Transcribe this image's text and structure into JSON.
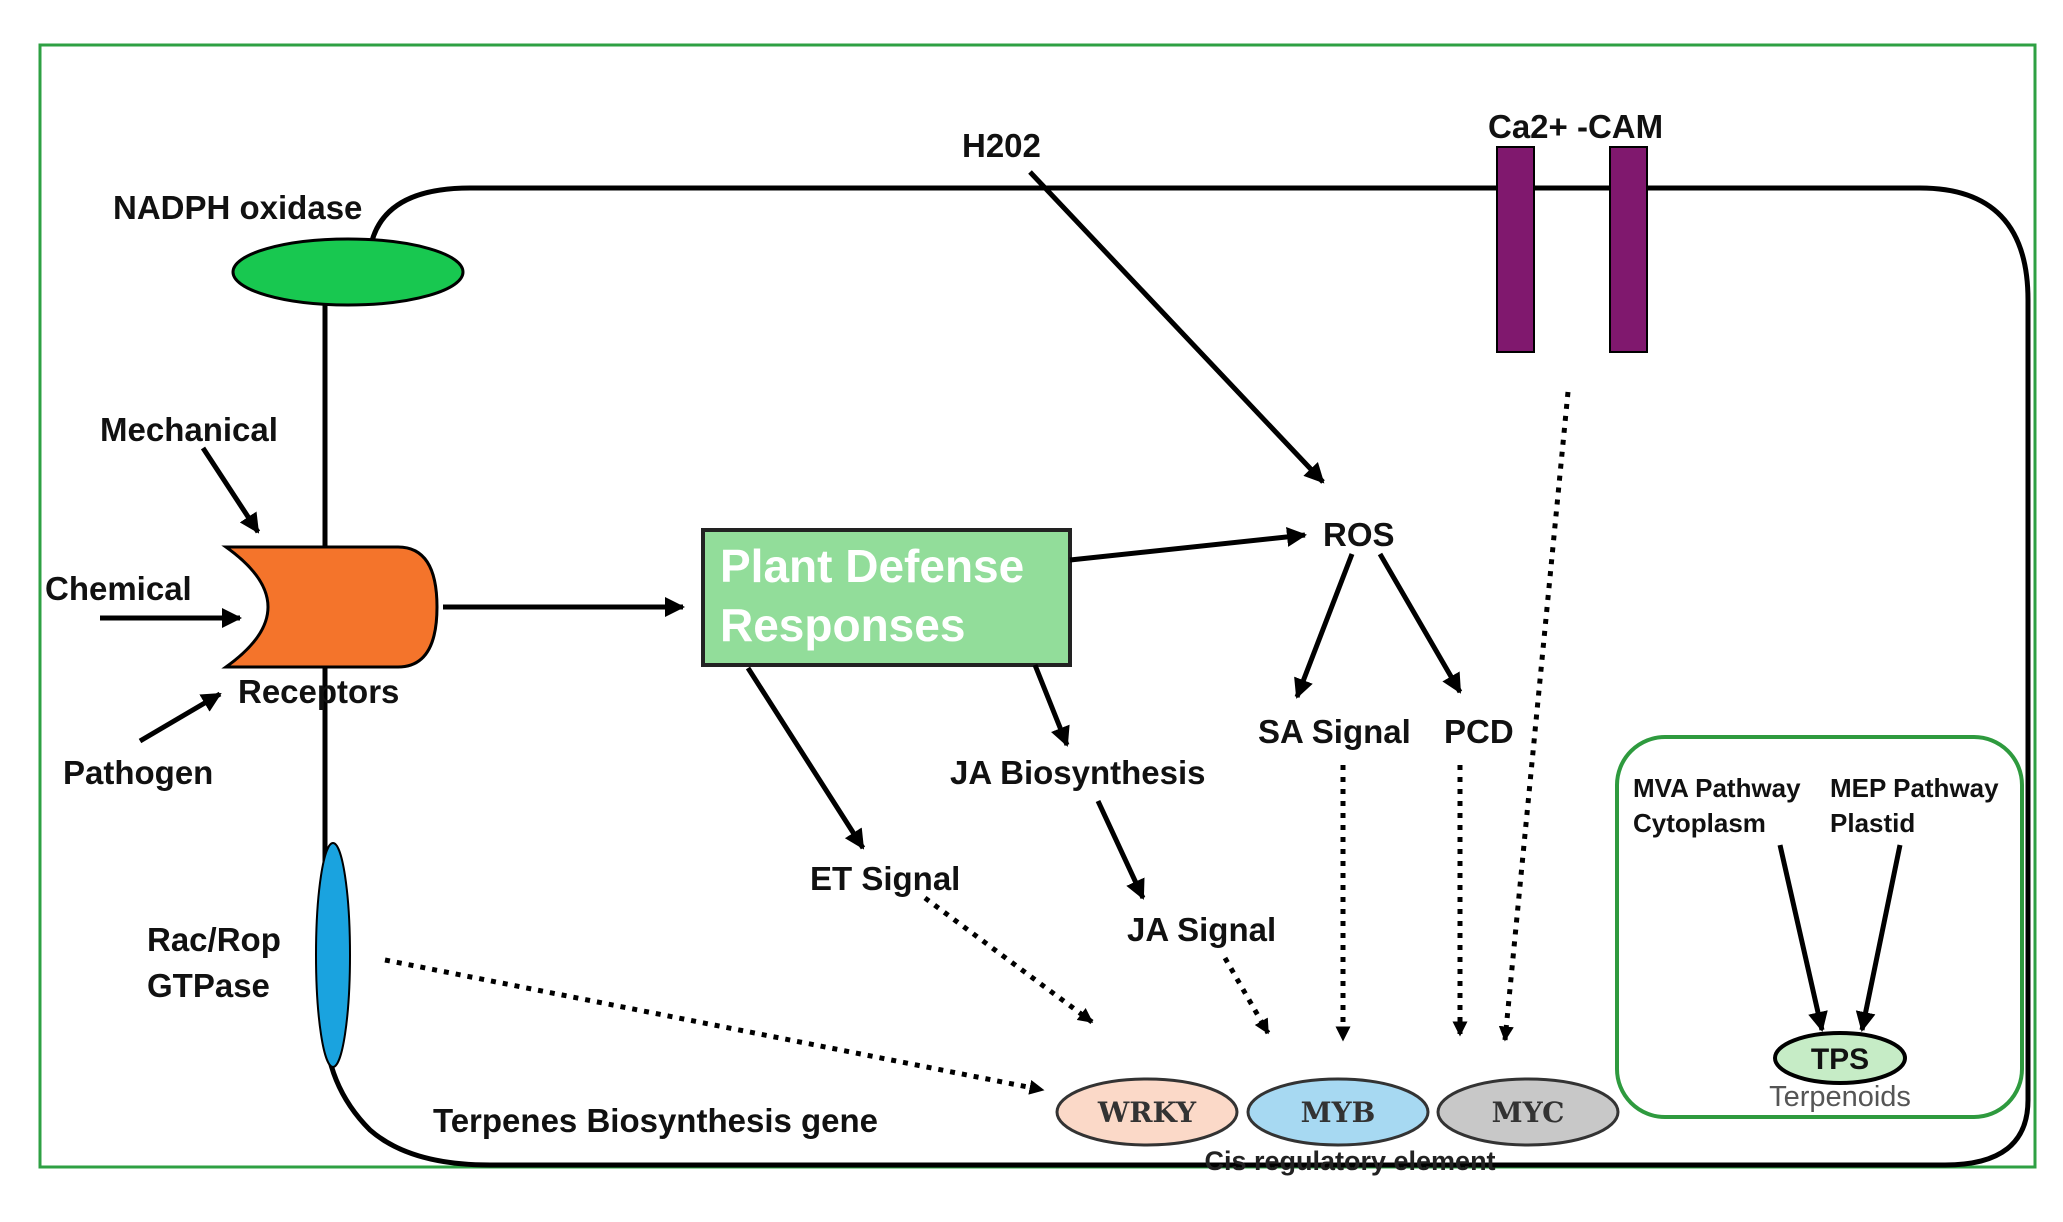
{
  "labels": {
    "h2o2": "H202",
    "ca_cam": "Ca2+ -CAM",
    "nadph_oxidase": "NADPH oxidase",
    "mechanical": "Mechanical",
    "chemical": "Chemical",
    "receptors": "Receptors",
    "pathogen": "Pathogen",
    "plant_defense_line1": "Plant Defense",
    "plant_defense_line2": "Responses",
    "ros": "ROS",
    "sa_signal": "SA Signal",
    "pcd": "PCD",
    "ja_biosynthesis": "JA Biosynthesis",
    "et_signal": "ET Signal",
    "ja_signal": "JA Signal",
    "rac_rop_line1": "Rac/Rop",
    "rac_rop_line2": "GTPase",
    "terpenes_gene": "Terpenes Biosynthesis gene",
    "wrky": "WRKY",
    "myb": "MYB",
    "myc": "MYC",
    "cis_element": "Cis regulatory element",
    "mva_line1": "MVA Pathway",
    "mva_line2": "Cytoplasm",
    "mep_line1": "MEP Pathway",
    "mep_line2": "Plastid",
    "tps": "TPS",
    "terpenoids": "Terpenoids"
  },
  "colors": {
    "frame": "#2ea043",
    "nadph_oxidase": "#18c850",
    "receptor": "#f4742b",
    "defense_box": "#92dd9a",
    "defense_box_border": "#222222",
    "ca_channel": "#80186e",
    "rac_rop": "#1aa3df",
    "wrky": "#fbd9c8",
    "myb": "#a7d9f2",
    "myc": "#c8c8c8",
    "tps": "#c6ecc6",
    "terpenoid_box": "#2e9a3e"
  }
}
